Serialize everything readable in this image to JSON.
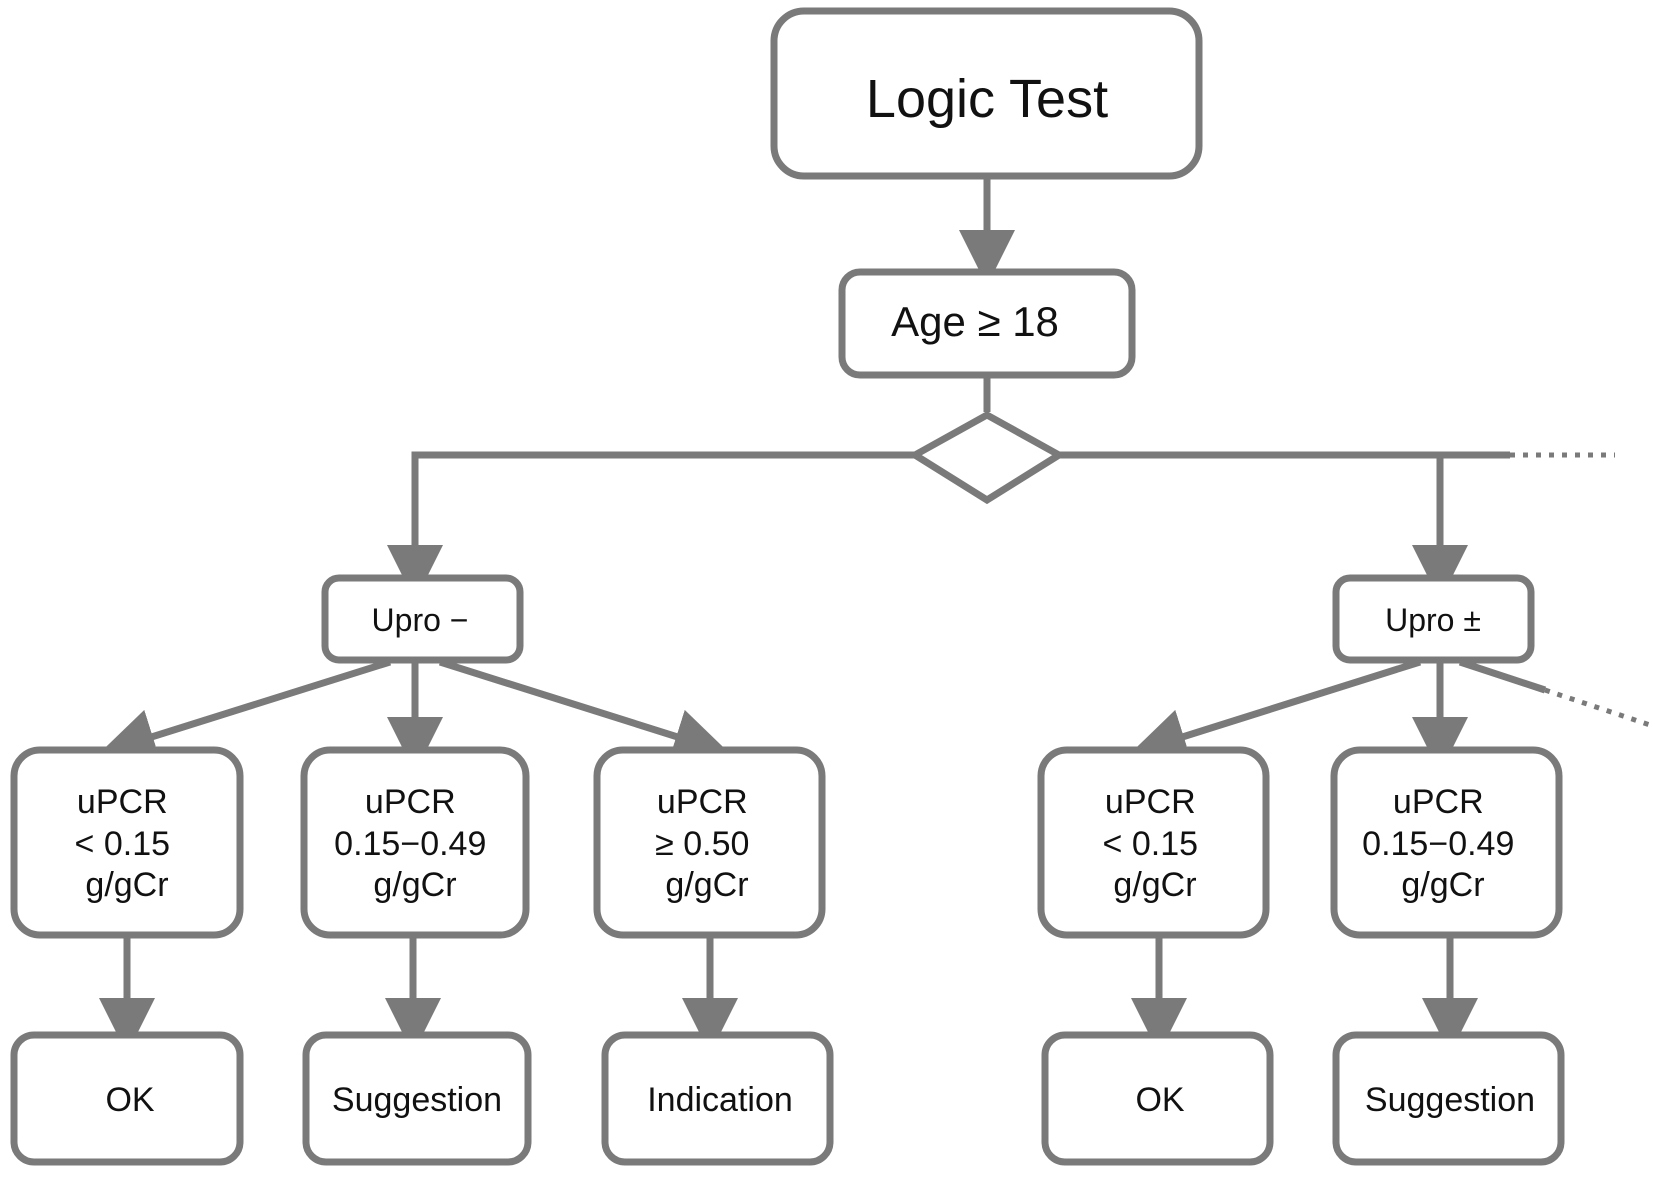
{
  "diagram": {
    "root": "Logic Test",
    "age_condition": "Age ≥ 18",
    "branches": [
      {
        "label": "Upro −",
        "conditions": [
          {
            "lines": [
              "uPCR",
              "< 0.15",
              "g/gCr"
            ],
            "result": "OK"
          },
          {
            "lines": [
              "uPCR",
              "0.15−0.49",
              "g/gCr"
            ],
            "result": "Suggestion"
          },
          {
            "lines": [
              "uPCR",
              "≥ 0.50",
              "g/gCr"
            ],
            "result": "Indication"
          }
        ]
      },
      {
        "label": "Upro ±",
        "conditions": [
          {
            "lines": [
              "uPCR",
              "< 0.15",
              "g/gCr"
            ],
            "result": "OK"
          },
          {
            "lines": [
              "uPCR",
              "0.15−0.49",
              "g/gCr"
            ],
            "result": "Suggestion"
          }
        ]
      }
    ]
  }
}
